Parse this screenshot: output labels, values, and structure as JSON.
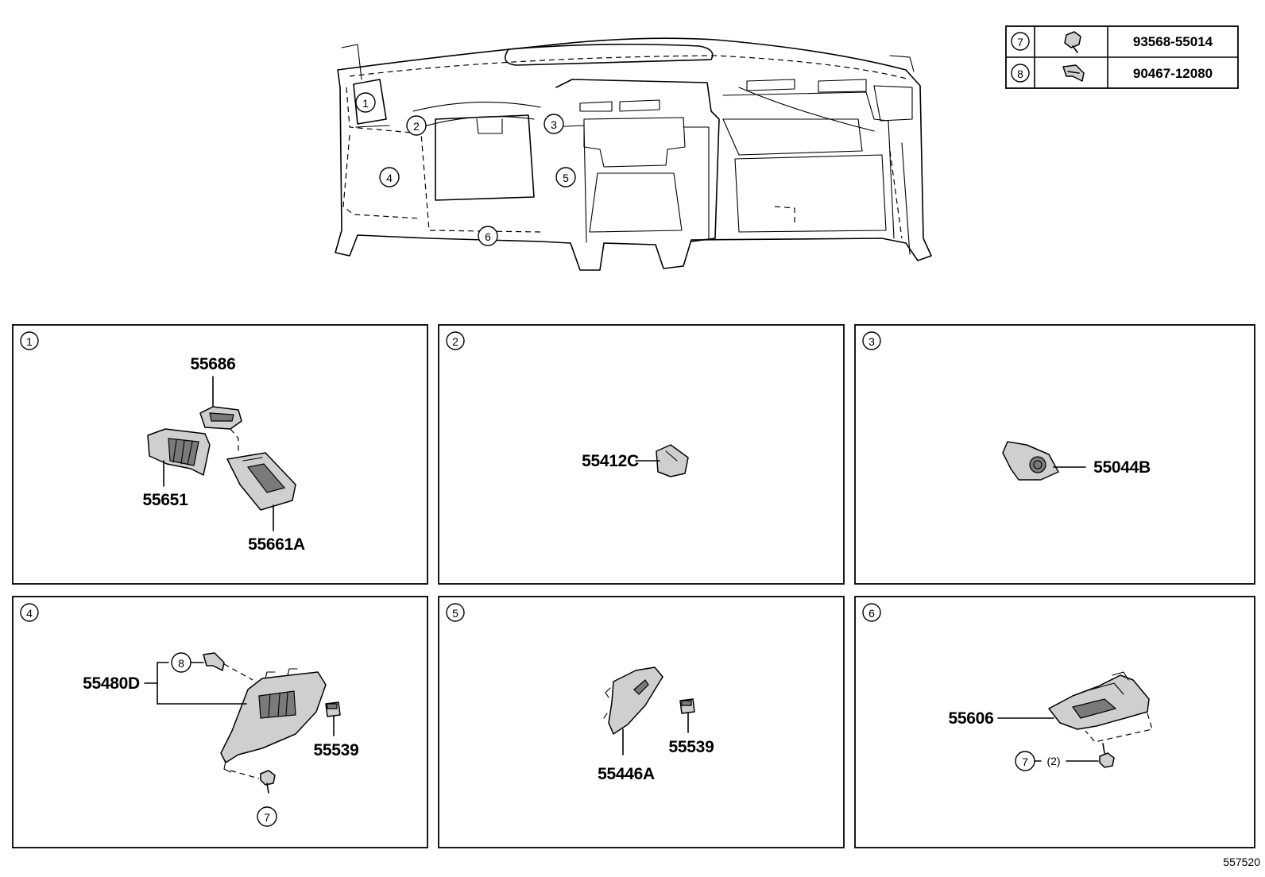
{
  "callouts": {
    "c1": "1",
    "c2": "2",
    "c3": "3",
    "c4": "4",
    "c5": "5",
    "c6": "6",
    "c7": "7",
    "c8": "8",
    "qty_2": "(2)"
  },
  "fastener_table": [
    {
      "ref": "7",
      "icon": "bolt-icon",
      "part": "93568-55014"
    },
    {
      "ref": "8",
      "icon": "clip-icon",
      "part": "90467-12080"
    }
  ],
  "panels": {
    "p1": {
      "ref": "1",
      "parts": [
        "55686",
        "55651",
        "55661A"
      ]
    },
    "p2": {
      "ref": "2",
      "parts": [
        "55412C"
      ]
    },
    "p3": {
      "ref": "3",
      "parts": [
        "55044B"
      ]
    },
    "p4": {
      "ref": "4",
      "parts": [
        "55480D",
        "55539"
      ],
      "fasteners": [
        "8",
        "7"
      ]
    },
    "p5": {
      "ref": "5",
      "parts": [
        "55446A",
        "55539"
      ]
    },
    "p6": {
      "ref": "6",
      "parts": [
        "55606"
      ],
      "fasteners": [
        "7"
      ],
      "qty": "(2)"
    }
  },
  "diagram_id": "557520"
}
